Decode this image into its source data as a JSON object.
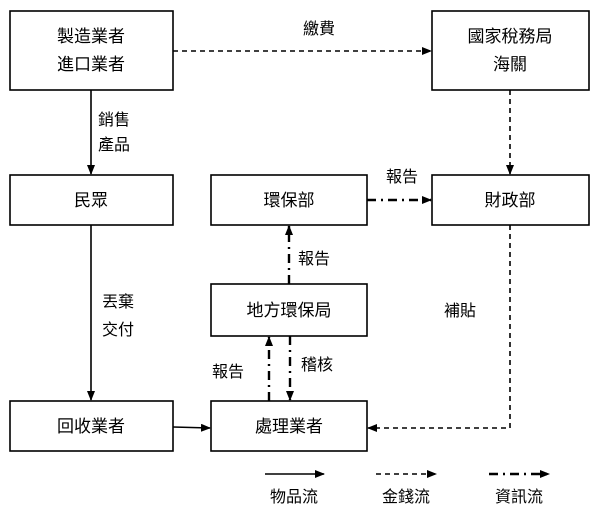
{
  "nodes": {
    "manufacturer": [
      "製造業者",
      "進口業者"
    ],
    "tax_bureau": [
      "國家稅務局",
      "海關"
    ],
    "public": "民眾",
    "epa_ministry": "環保部",
    "finance_ministry": "財政部",
    "local_epa": "地方環保局",
    "recycler": "回收業者",
    "processor": "處理業者"
  },
  "edges": {
    "pay_fee": "繳費",
    "sell_products": [
      "銷售",
      "產品"
    ],
    "discard_deliver": [
      "丟棄",
      "交付"
    ],
    "report_epa_to_finance": "報告",
    "report_local_to_epa": "報告",
    "report_processor_to_local": "報告",
    "audit": "稽核",
    "subsidy": "補貼"
  },
  "legend": {
    "goods_flow": "物品流",
    "money_flow": "金錢流",
    "info_flow": "資訊流"
  }
}
